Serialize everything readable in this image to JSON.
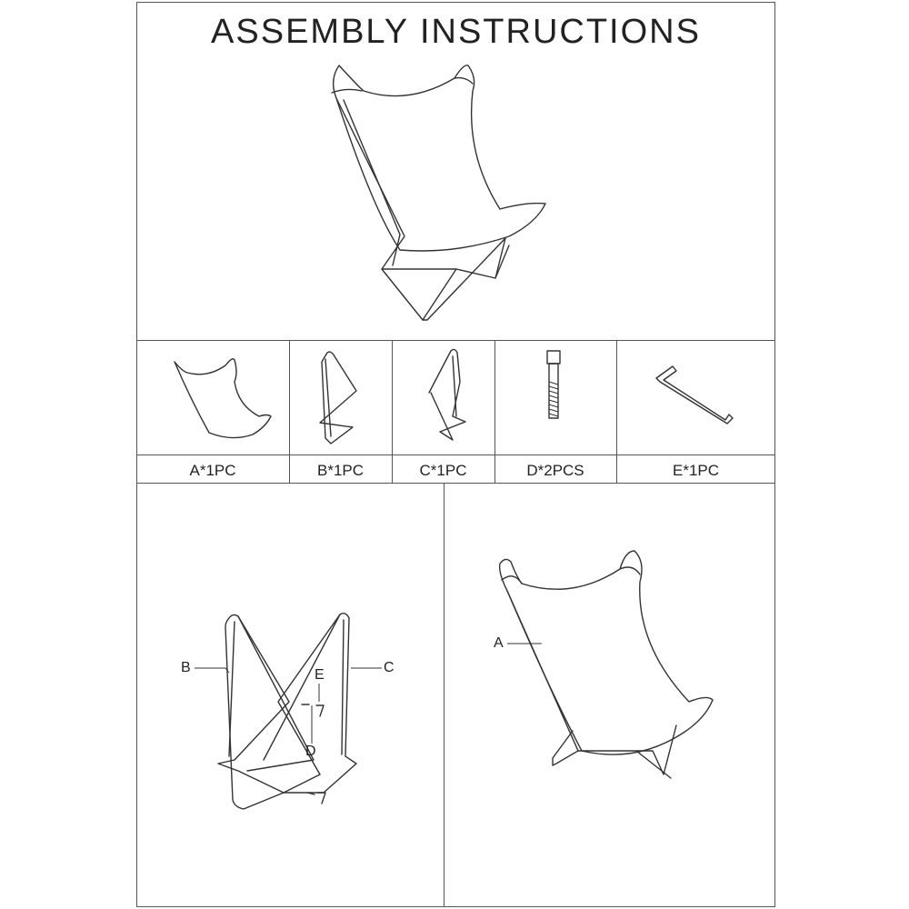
{
  "title": "ASSEMBLY INSTRUCTIONS",
  "parts": [
    {
      "label": "A*1PC",
      "icon": "chair-cover-icon"
    },
    {
      "label": "B*1PC",
      "icon": "frame-half-b-icon"
    },
    {
      "label": "C*1PC",
      "icon": "frame-half-c-icon"
    },
    {
      "label": "D*2PCS",
      "icon": "bolt-icon"
    },
    {
      "label": "E*1PC",
      "icon": "allen-key-icon"
    }
  ],
  "step1": {
    "callouts": {
      "b": "B",
      "c": "C",
      "e": "E",
      "d": "D"
    }
  },
  "step2": {
    "callouts": {
      "a": "A"
    }
  }
}
